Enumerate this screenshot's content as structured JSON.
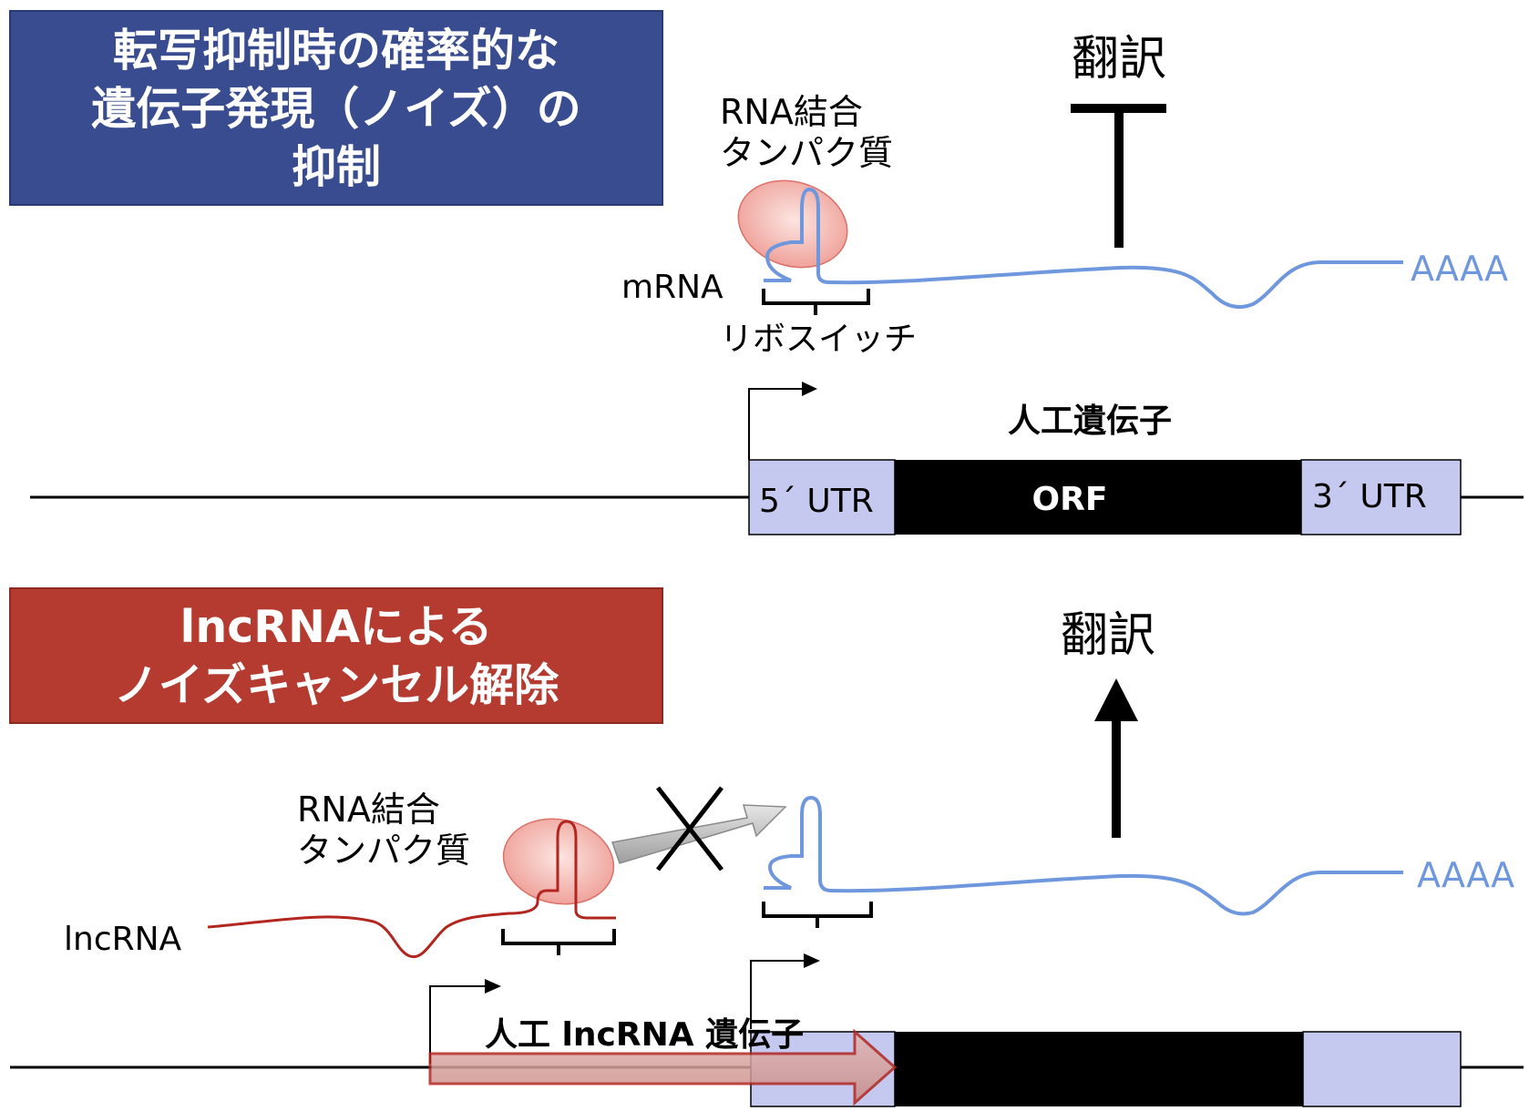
{
  "panel_top": {
    "title_lines": [
      "転写抑制時の確率的な",
      "遺伝子発現（ノイズ）の",
      "抑制"
    ],
    "title_bg": "#384c8f",
    "translation_label": "翻訳",
    "rna_binding_protein_lines": [
      "RNA結合",
      "タンパク質"
    ],
    "mrna_label": "mRNA",
    "polya_label": "AAAA",
    "riboswitch_label": "リボスイッチ",
    "gene_label": "人工遺伝子",
    "utr5_label": "5´ UTR",
    "orf_label": "ORF",
    "utr3_label": "3´ UTR"
  },
  "panel_bottom": {
    "title_lines": [
      "lncRNAによる",
      "ノイズキャンセル解除"
    ],
    "title_bg": "#b53a30",
    "translation_label": "翻訳",
    "rna_binding_protein_lines": [
      "RNA結合",
      "タンパク質"
    ],
    "lncrna_label": "lncRNA",
    "polya_label": "AAAA",
    "lncrna_gene_label": "人工 lncRNA 遺伝子"
  },
  "colors": {
    "mrna": "#6f97dd",
    "lncrna": "#b2261f",
    "utr_fill": "#c5c9f0",
    "protein_fill": "#f2a7a0",
    "white_text": "#ffffff"
  }
}
